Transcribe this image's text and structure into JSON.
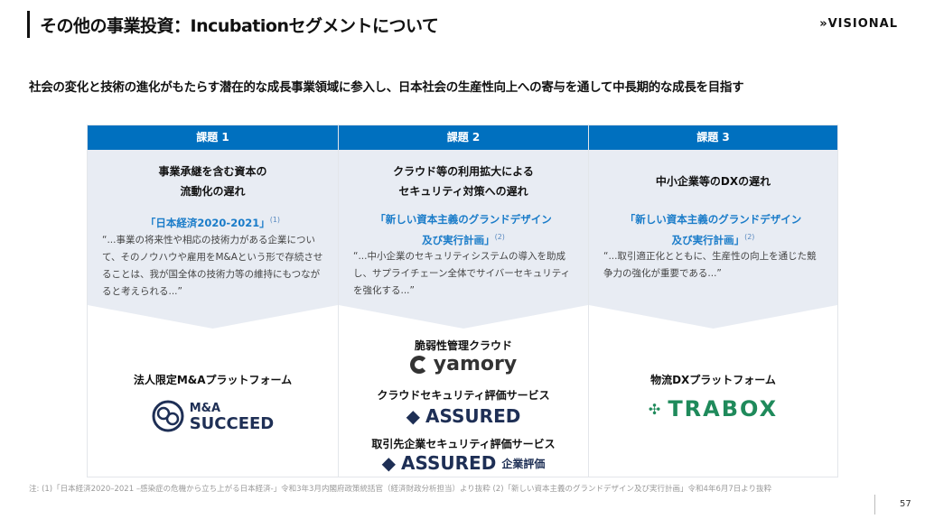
{
  "header": {
    "title": "その他の事業投資：Incubationセグメントについて",
    "brand": "VISIONAL"
  },
  "lead": "社会の変化と技術の進化がもたらす潜在的な成長事業領域に参入し、日本社会の生産性向上への寄与を通して中長期的な成長を目指す",
  "columns": [
    {
      "header": "課題 1",
      "issue_l1": "事業承継を含む資本の",
      "issue_l2": "流動化の遅れ",
      "source_l1": "「日本経済2020-2021」",
      "source_l2": "",
      "source_ref": "(1)",
      "quote": "“...事業の将来性や相応の技術力がある企業について、そのノウハウや雇用をM&Aという形で存続させることは、我が国全体の技術力等の維持にもつながると考えられる...”"
    },
    {
      "header": "課題 2",
      "issue_l1": "クラウド等の利用拡大による",
      "issue_l2": "セキュリティ対策への遅れ",
      "source_l1": "「新しい資本主義のグランドデザイン",
      "source_l2": "及び実行計画」",
      "source_ref": "(2)",
      "quote": "“...中小企業のセキュリティシステムの導入を助成し、サプライチェーン全体でサイバーセキュリティを強化する...”"
    },
    {
      "header": "課題 3",
      "issue_l1": "中小企業等のDXの遅れ",
      "issue_l2": "",
      "source_l1": "「新しい資本主義のグランドデザイン",
      "source_l2": "及び実行計画」",
      "source_ref": "(2)",
      "quote": "“...取引適正化とともに、生産性の向上を通じた競争力の強化が重要である...”"
    }
  ],
  "products": {
    "col1": {
      "label": "法人限定M&Aプラットフォーム",
      "logo_top": "M&A",
      "logo_bottom": "SUCCEED"
    },
    "col2": [
      {
        "label": "脆弱性管理クラウド",
        "logo": "yamory"
      },
      {
        "label": "クラウドセキュリティ評価サービス",
        "logo": "ASSURED"
      },
      {
        "label": "取引先企業セキュリティ評価サービス",
        "logo": "ASSURED",
        "logo_suffix": "企業評価"
      }
    ],
    "col3": {
      "label": "物流DXプラットフォーム",
      "logo": "TRABOX"
    }
  },
  "footnote": "注: (1)「日本経済2020–2021 –感染症の危機から立ち上がる日本経済-」令和3年3月内閣府政策統括官（経済財政分析担当）より抜粋 (2)「新しい資本主義のグランドデザイン及び実行計画」令和4年6月7日より抜粋",
  "page_number": "57",
  "colors": {
    "header_blue": "#0070bf",
    "source_blue": "#1a7cc9",
    "trabox_green": "#1f8a5b",
    "navy": "#1e2f55"
  }
}
